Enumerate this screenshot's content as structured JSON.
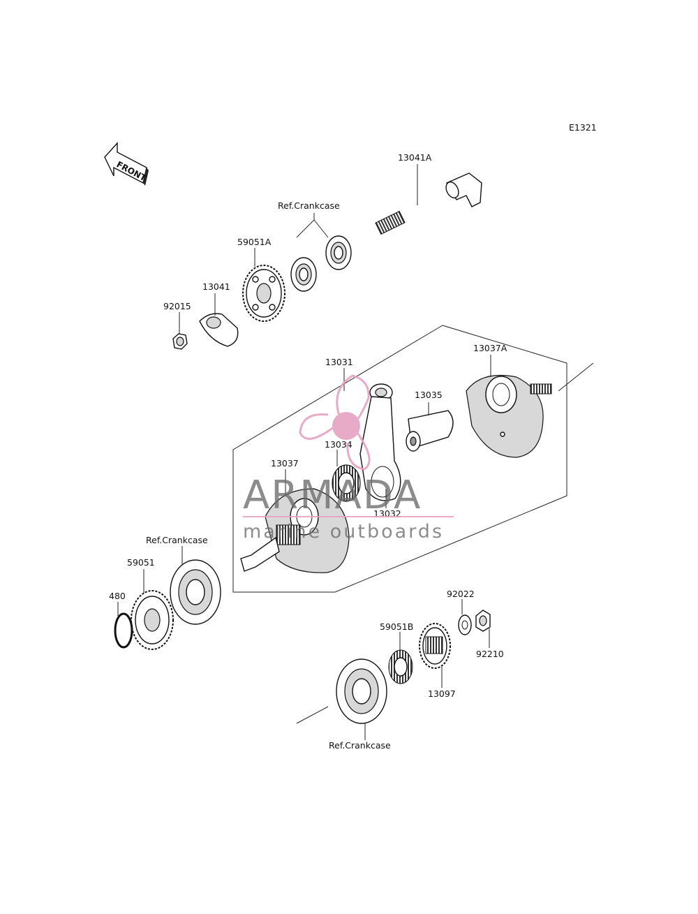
{
  "diagram_code": "E1321",
  "front_label": "FRONT",
  "labels": {
    "p13041A": "13041A",
    "ref_crankcase_top": "Ref.Crankcase",
    "p59051A": "59051A",
    "p13041": "13041",
    "p92015": "92015",
    "p13031": "13031",
    "p13037A": "13037A",
    "p13035": "13035",
    "p13034": "13034",
    "p13037": "13037",
    "p13032": "13032",
    "ref_crankcase_left": "Ref.Crankcase",
    "p59051": "59051",
    "p480": "480",
    "p92022": "92022",
    "p59051B": "59051B",
    "p92210": "92210",
    "p13097": "13097",
    "ref_crankcase_bottom": "Ref.Crankcase"
  },
  "watermark": {
    "brand": "ARMADA",
    "tagline": "marine outboards",
    "accent_color": "#e6a3c1",
    "text_color": "#6a6a6a"
  }
}
